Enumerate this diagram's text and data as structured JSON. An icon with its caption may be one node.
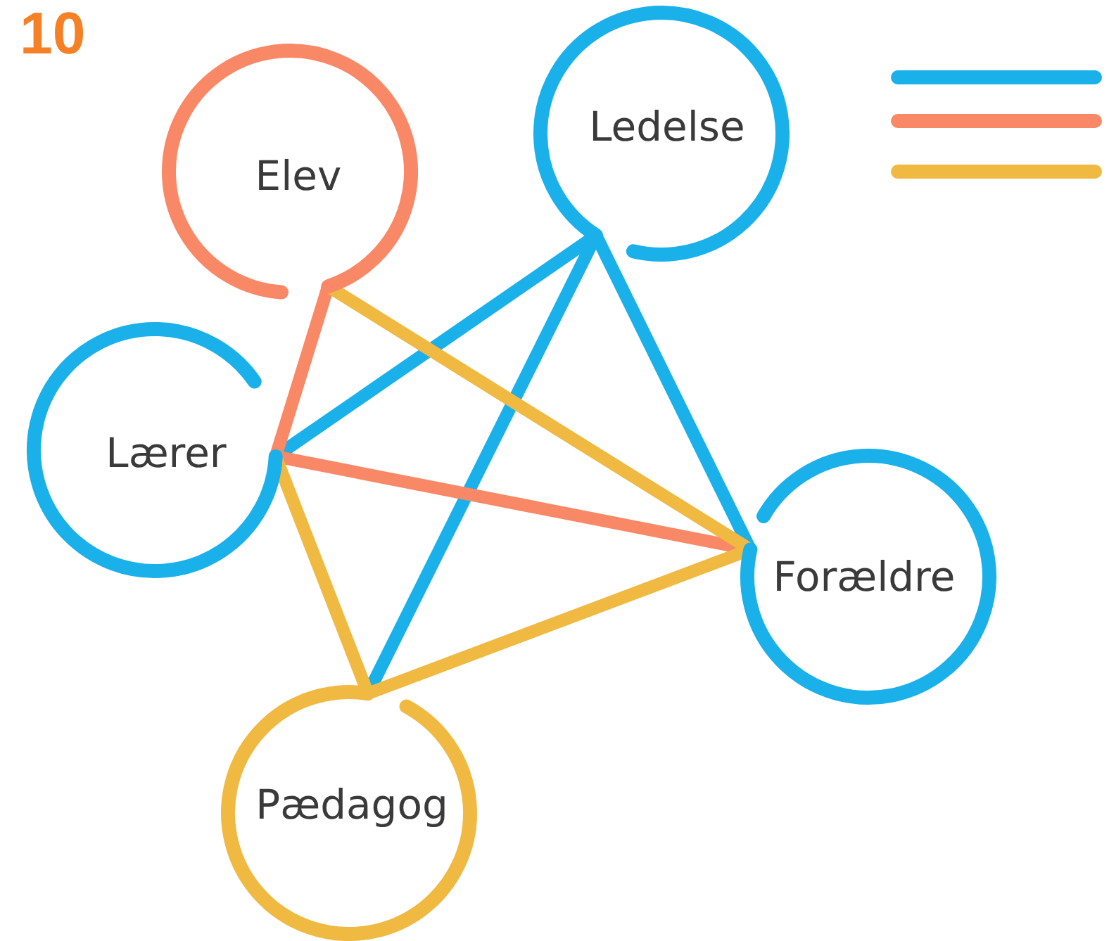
{
  "diagram": {
    "title": "10",
    "nodes": [
      {
        "text": [
          "Elev"
        ]
      },
      {
        "text": [
          "Ledelse"
        ]
      },
      {
        "text": [
          "Lærer"
        ]
      },
      {
        "text": [
          "Forældre"
        ]
      },
      {
        "text": [
          "Pædagog"
        ]
      }
    ],
    "edges": [
      {
        "from": 2,
        "to": 1,
        "arrow": "none",
        "color": "#1ab0ea"
      },
      {
        "from": 1,
        "to": 4,
        "arrow": "none",
        "color": "#1ab0ea"
      },
      {
        "from": 1,
        "to": 3,
        "arrow": "none",
        "color": "#1ab0ea"
      },
      {
        "from": 0,
        "to": 2,
        "arrow": "none",
        "color": "#f98866"
      },
      {
        "from": 2,
        "to": 3,
        "arrow": "none",
        "color": "#f98866"
      },
      {
        "from": 0,
        "to": 3,
        "arrow": "none",
        "color": "#f0b942"
      },
      {
        "from": 2,
        "to": 4,
        "arrow": "none",
        "color": "#f0b942"
      },
      {
        "from": 4,
        "to": 3,
        "arrow": "none",
        "color": "#f0b942"
      }
    ]
  }
}
